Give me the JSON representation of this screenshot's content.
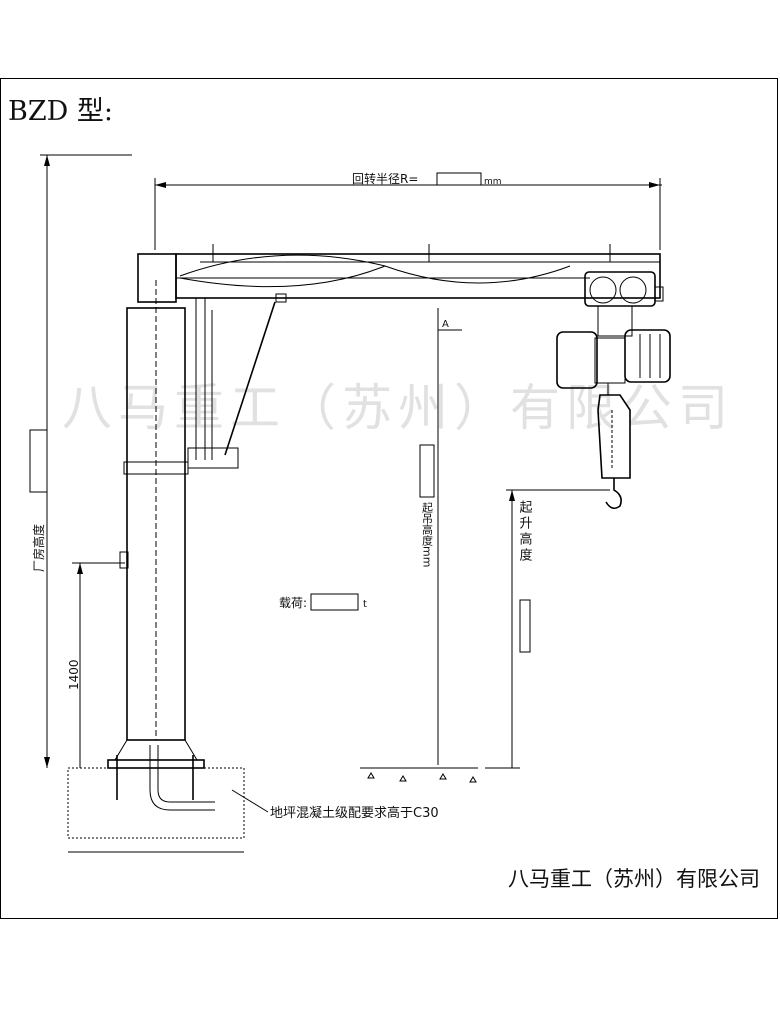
{
  "title": "BZD 型:",
  "labels": {
    "slewing_radius": "回转半径R=",
    "slewing_radius_unit": "mm",
    "plant_height": "厂房高度",
    "boom_height": "起吊高度mm",
    "lifting_height": "起升高度",
    "load": "载荷:",
    "load_unit": "t",
    "column_dim": "1400",
    "section_mark": "A",
    "foundation_note": "地坪混凝土级配要求高于C30"
  },
  "company": "八马重工（苏州）有限公司",
  "watermark": "八马重工（苏州）有限公司"
}
